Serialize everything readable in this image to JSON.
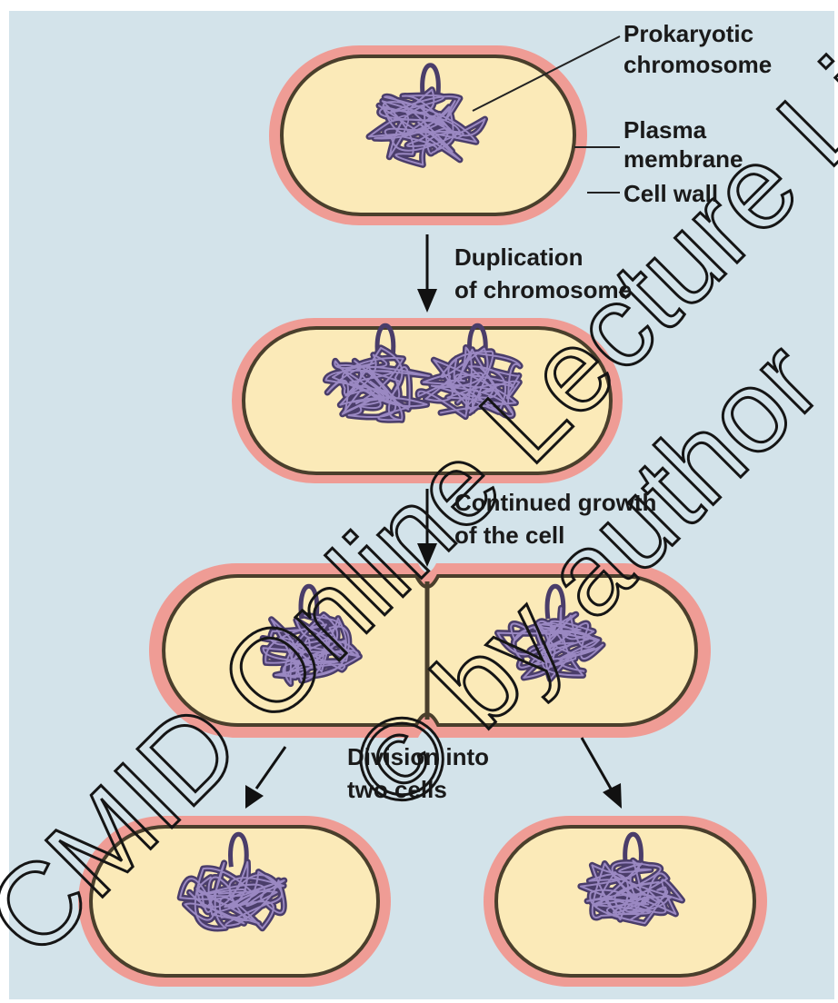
{
  "colors": {
    "background": "#d3e3ea",
    "cell_wall": "#ef9c95",
    "membrane": "#4a3f2c",
    "cytoplasm": "#fbeab8",
    "dna": "#4a3d6a",
    "dna_highlight": "#9a88c2",
    "text": "#1a1a1a"
  },
  "labels": {
    "prokaryotic_chromosome": [
      "Prokaryotic",
      "chromosome"
    ],
    "plasma_membrane": [
      "Plasma",
      "membrane"
    ],
    "cell_wall": "Cell wall",
    "step1": [
      "Duplication",
      "of chromosome"
    ],
    "step2": [
      "Continued growth",
      "of the cell"
    ],
    "step3": [
      "Division into",
      "two cells"
    ]
  },
  "watermark": {
    "line1": "CMID Online Lecture Li",
    "line2": "© by author"
  }
}
